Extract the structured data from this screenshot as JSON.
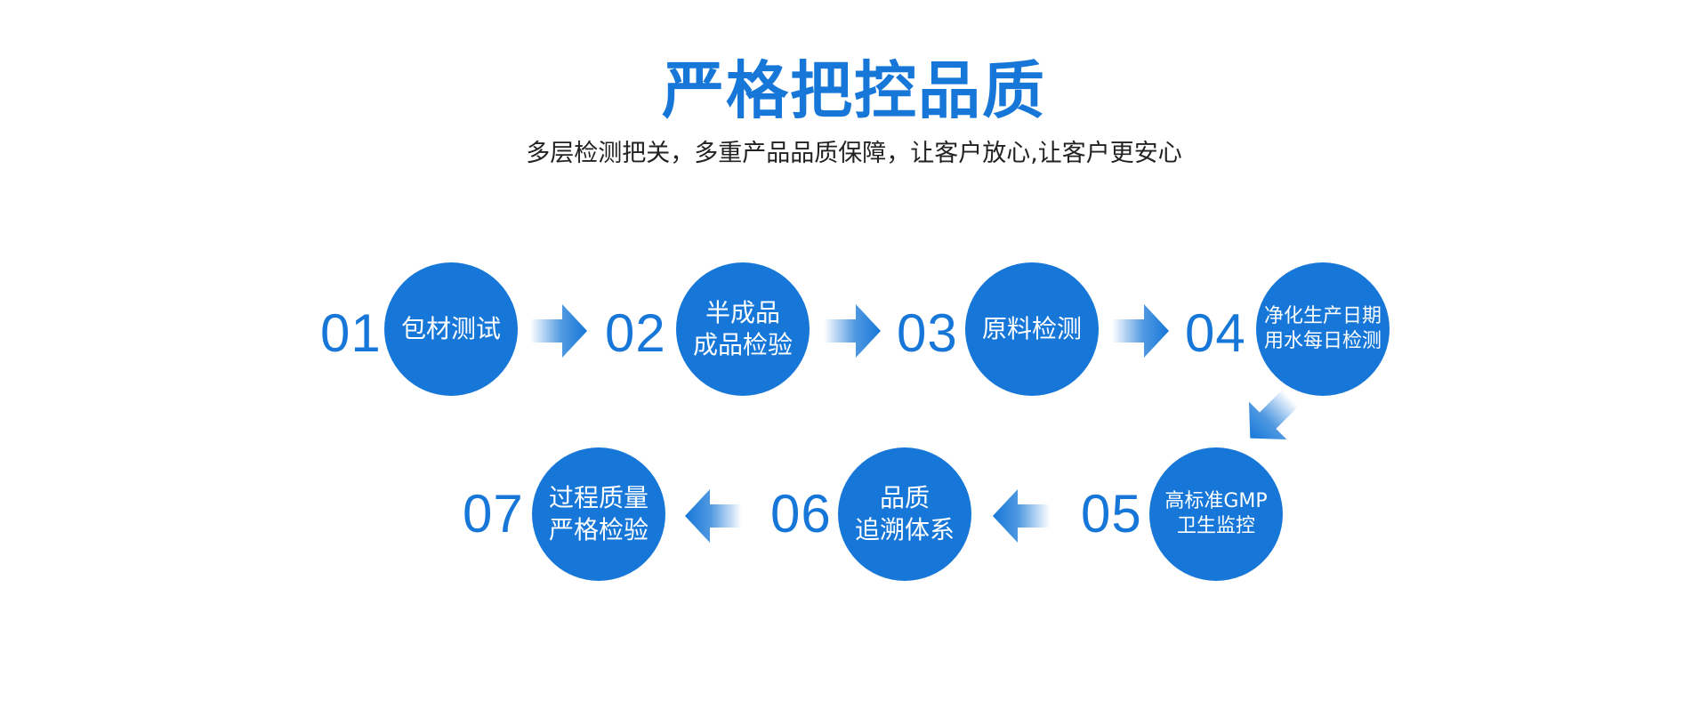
{
  "header": {
    "title": "严格把控品质",
    "subtitle": "多层检测把关，多重产品品质保障，让客户放心,让客户更安心"
  },
  "steps": [
    {
      "number": "01",
      "line1": "包材测试",
      "line2": ""
    },
    {
      "number": "02",
      "line1": "半成品",
      "line2": "成品检验"
    },
    {
      "number": "03",
      "line1": "原料检测",
      "line2": ""
    },
    {
      "number": "04",
      "line1": "净化生产日期",
      "line2": "用水每日检测"
    },
    {
      "number": "05",
      "line1": "高标准GMP",
      "line2": "卫生监控"
    },
    {
      "number": "06",
      "line1": "品质",
      "line2": "追溯体系"
    },
    {
      "number": "07",
      "line1": "过程质量",
      "line2": "严格检验"
    }
  ],
  "colors": {
    "primary": "#1677d8",
    "text": "#222222",
    "background": "#ffffff"
  },
  "arrows": [
    {
      "from": "01",
      "to": "02",
      "direction": "right"
    },
    {
      "from": "02",
      "to": "03",
      "direction": "right"
    },
    {
      "from": "03",
      "to": "04",
      "direction": "right"
    },
    {
      "from": "04",
      "to": "05",
      "direction": "down-left"
    },
    {
      "from": "05",
      "to": "06",
      "direction": "left"
    },
    {
      "from": "06",
      "to": "07",
      "direction": "left"
    }
  ]
}
